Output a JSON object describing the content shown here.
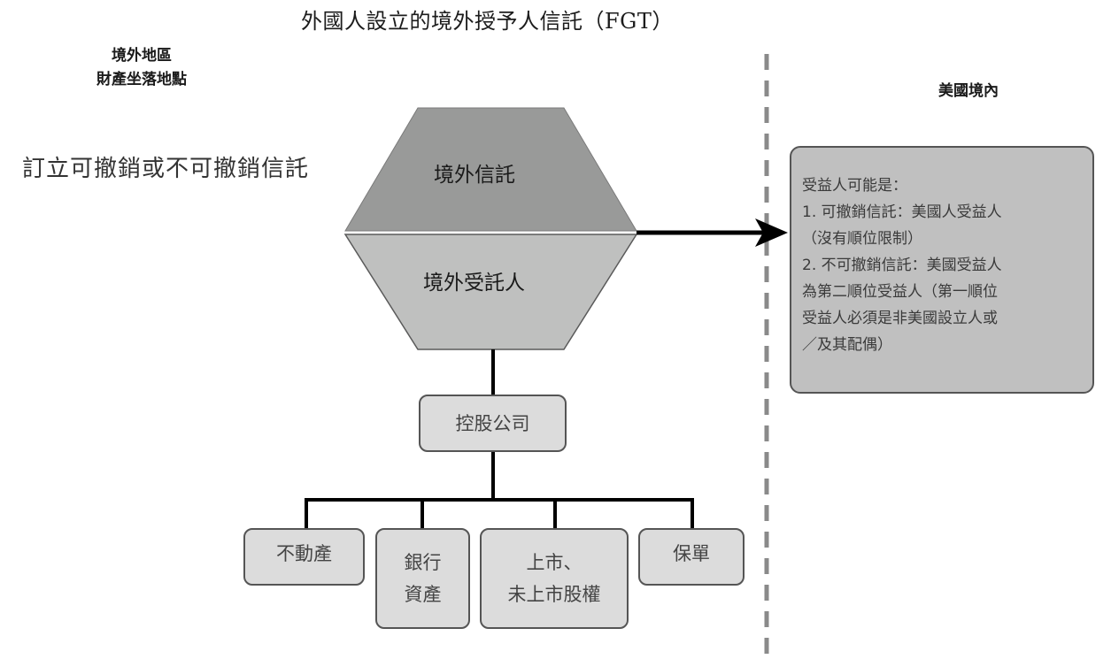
{
  "title": "外國人設立的境外授予人信託（FGT）",
  "left_region": {
    "line1": "境外地區",
    "line2": "財產坐落地點"
  },
  "right_region": {
    "label": "美國境內"
  },
  "establish_text": "訂立可撤銷或不可撤銷信託",
  "hexagon": {
    "top_label": "境外信託",
    "bottom_label": "境外受託人",
    "top_color": "#999a99",
    "bottom_color": "#bfc0bf"
  },
  "holding_company": "控股公司",
  "assets": [
    {
      "line1": "不動產",
      "line2": ""
    },
    {
      "line1": "銀行",
      "line2": "資產"
    },
    {
      "line1": "上市、",
      "line2": "未上市股權"
    },
    {
      "line1": "保單",
      "line2": ""
    }
  ],
  "beneficiary": {
    "lines": [
      "受益人可能是：",
      "1. 可撤銷信託：美國人受益人",
      "（沒有順位限制）",
      "2. 不可撤銷信託：美國受益人",
      "為第二順位受益人（第一順位",
      "受益人必須是非美國設立人或",
      "／及其配偶）"
    ]
  },
  "colors": {
    "box_fill": "#dcdcdc",
    "beneficiary_fill": "#c0c0c0",
    "dashed_line": "#8a8a8a",
    "connector": "#000000"
  }
}
